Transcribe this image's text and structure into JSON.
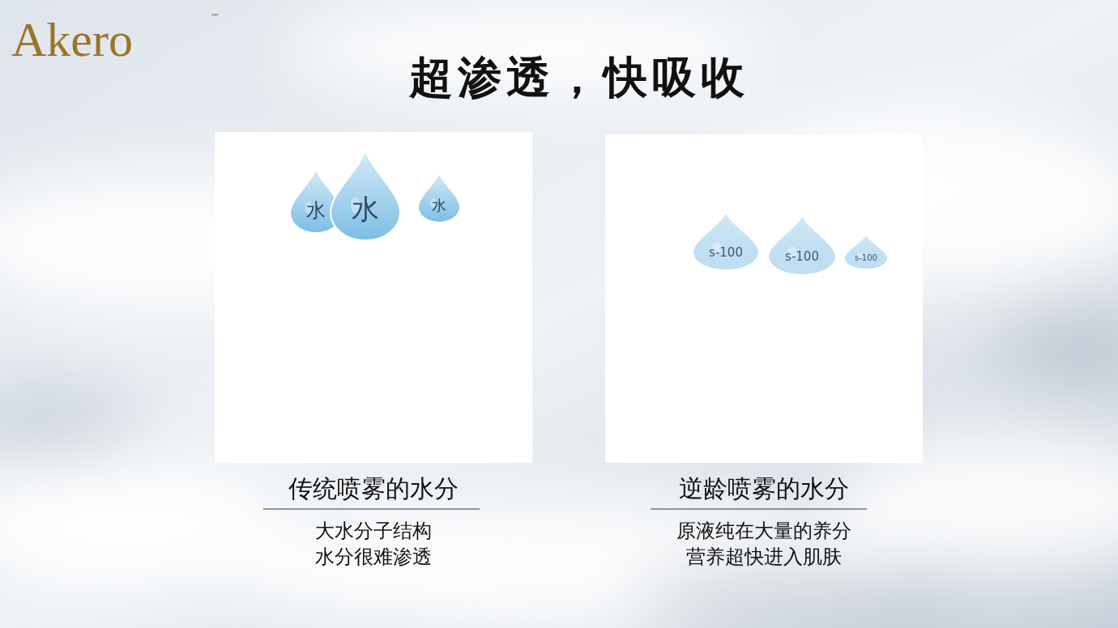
{
  "diagram": {
    "title": "超渗透，快吸收",
    "nodes": [
      {
        "text": [
          "传统喷雾的水分",
          "大水分子结构 水分很难渗透"
        ]
      },
      {
        "text": [
          "水"
        ],
        "in": 0
      },
      {
        "text": [
          "水"
        ],
        "in": 0
      },
      {
        "text": [
          "水"
        ],
        "in": 0
      },
      {
        "text": [
          "逆龄喷雾的水分",
          "原液纯在大量的养分 营养超快进入肌肤"
        ]
      },
      {
        "text": [
          "s-100"
        ],
        "in": 4
      },
      {
        "text": [
          "s-100"
        ],
        "in": 4
      },
      {
        "text": [
          "s-100"
        ],
        "in": 4
      }
    ],
    "labels": [
      "Akero",
      "™"
    ]
  }
}
